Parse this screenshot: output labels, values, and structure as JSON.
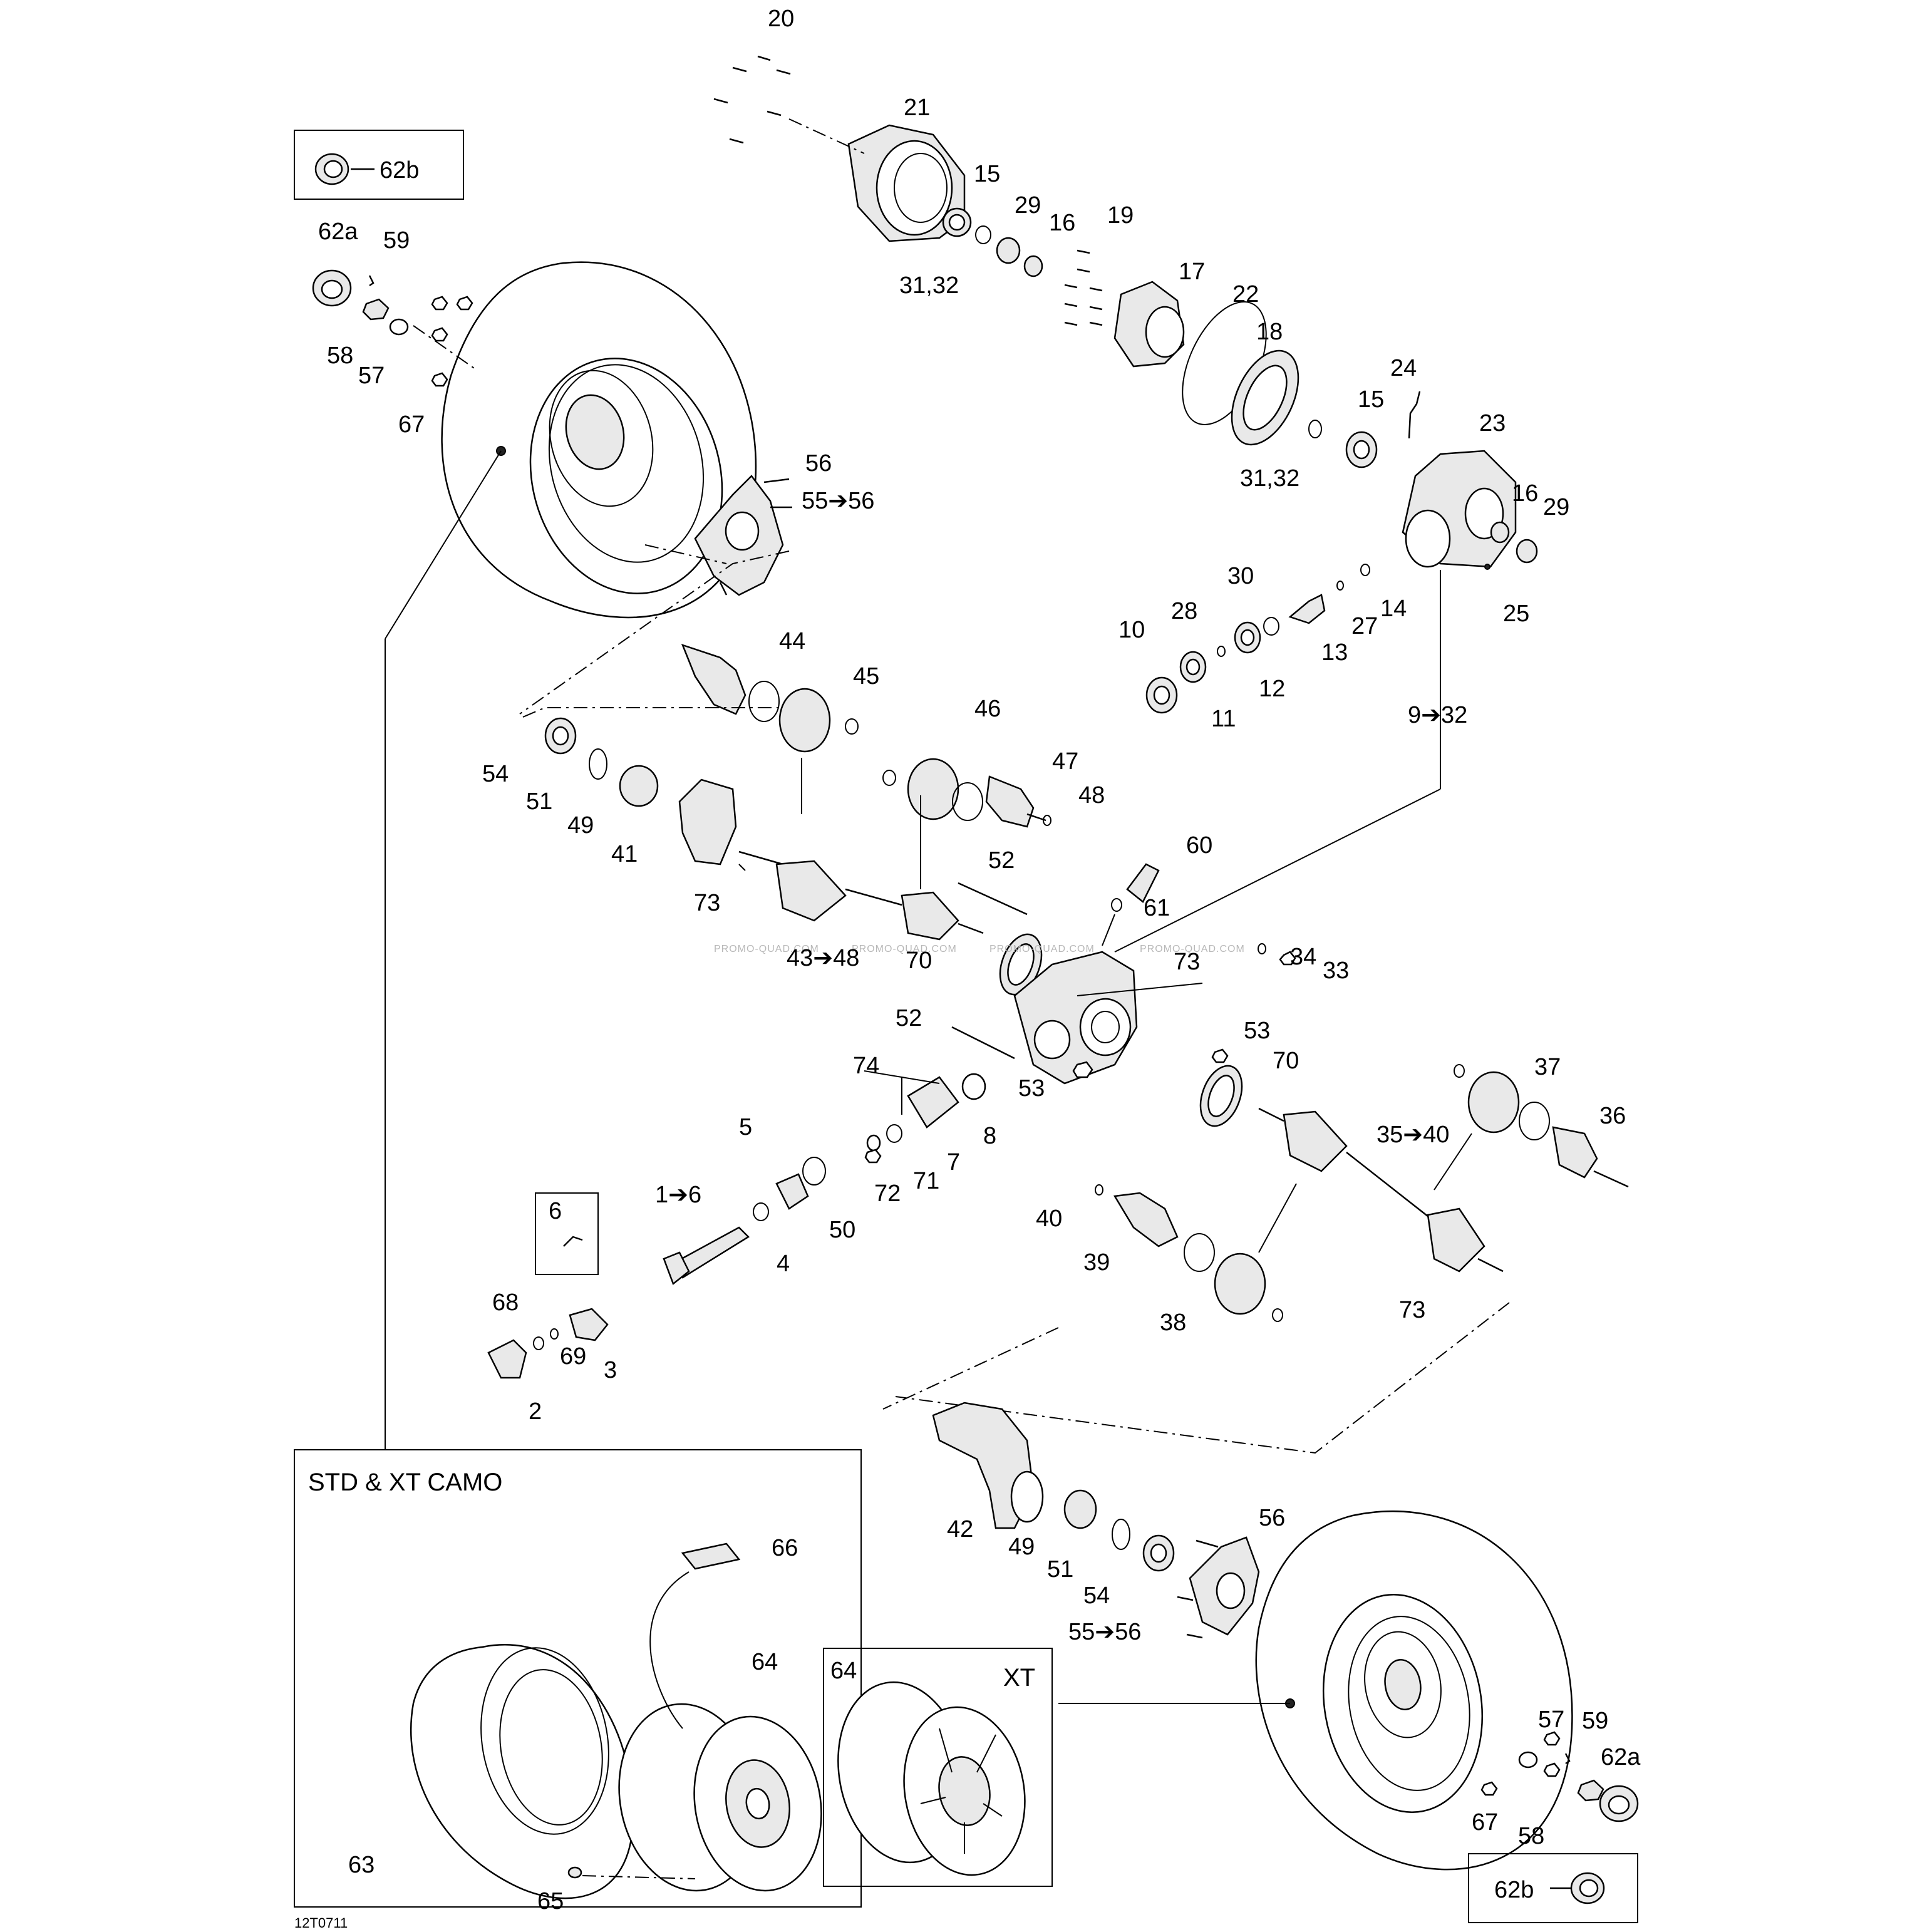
{
  "diagram_code": "12T0711",
  "watermark": "PROMO-QUAD.COM",
  "boxes": {
    "std_xt_camo": "STD & XT CAMO",
    "xt": "XT"
  },
  "callouts": {
    "c20": "20",
    "c21": "21",
    "c15a": "15",
    "c29a": "29",
    "c16a": "16",
    "c19": "19",
    "c31_32a": "31,32",
    "c17": "17",
    "c22": "22",
    "c18": "18",
    "c24": "24",
    "c15b": "15",
    "c31_32b": "31,32",
    "c23": "23",
    "c16b": "16",
    "c29b": "29",
    "c25": "25",
    "c30": "30",
    "c28": "28",
    "c10": "10",
    "c14": "14",
    "c27": "27",
    "c13": "13",
    "c12": "12",
    "c11": "11",
    "c9_32": "9➔32",
    "c62b_top": "62b",
    "c62a_top": "62a",
    "c59_top": "59",
    "c58_top": "58",
    "c57_top": "57",
    "c67_top": "67",
    "c56_top": "56",
    "c55_56_top": "55➔56",
    "c44": "44",
    "c45": "45",
    "c46": "46",
    "c47": "47",
    "c48": "48",
    "c54_top": "54",
    "c51_top": "51",
    "c49_top": "49",
    "c41": "41",
    "c73a": "73",
    "c43_48": "43➔48",
    "c52a": "52",
    "c60": "60",
    "c61": "61",
    "c70a": "70",
    "c34": "34",
    "c33": "33",
    "c73b": "73",
    "c52b": "52",
    "c53a": "53",
    "c70b": "70",
    "c53b": "53",
    "c74": "74",
    "c8": "8",
    "c7": "7",
    "c71": "71",
    "c72": "72",
    "c5": "5",
    "c50": "50",
    "c1_6": "1➔6",
    "c4": "4",
    "c37": "37",
    "c36": "36",
    "c35_40": "35➔40",
    "c40": "40",
    "c39": "39",
    "c38": "38",
    "c73c": "73",
    "c6": "6",
    "c68": "68",
    "c69": "69",
    "c3": "3",
    "c2": "2",
    "c42": "42",
    "c49_bot": "49",
    "c51_bot": "51",
    "c54_bot": "54",
    "c56_bot": "56",
    "c55_56_bot": "55➔56",
    "c66": "66",
    "c64a": "64",
    "c63": "63",
    "c65": "65",
    "c64b": "64",
    "c57_bot": "57",
    "c59_bot": "59",
    "c62a_bot": "62a",
    "c67_bot": "67",
    "c58_bot": "58",
    "c62b_bot": "62b"
  }
}
